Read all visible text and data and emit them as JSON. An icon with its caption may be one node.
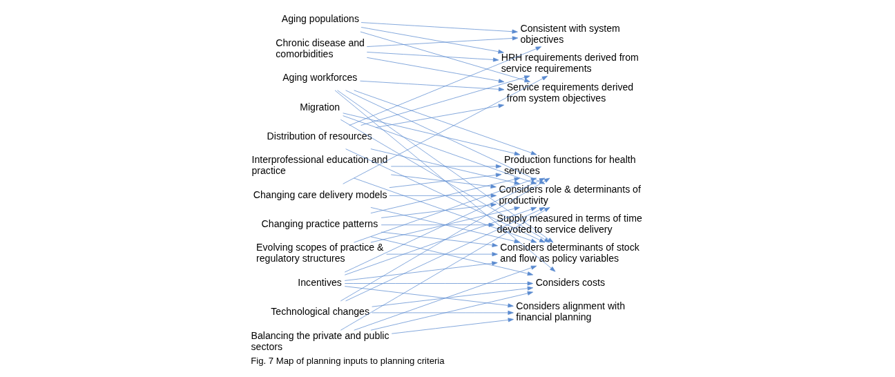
{
  "diagram": {
    "caption": "Fig. 7 Map of planning inputs to planning criteria",
    "nodes": [
      {
        "text": [
          "Aging populations"
        ]
      },
      {
        "text": [
          "Chronic disease and comorbidities"
        ]
      },
      {
        "text": [
          "Aging workforces"
        ]
      },
      {
        "text": [
          "Migration"
        ]
      },
      {
        "text": [
          "Distribution of resources"
        ]
      },
      {
        "text": [
          "Interprofessional education and practice"
        ]
      },
      {
        "text": [
          "Changing care delivery models"
        ]
      },
      {
        "text": [
          "Changing practice patterns"
        ]
      },
      {
        "text": [
          "Evolving scopes of practice & regulatory structures"
        ]
      },
      {
        "text": [
          "Incentives"
        ]
      },
      {
        "text": [
          "Technological changes"
        ]
      },
      {
        "text": [
          "Balancing the private and public sectors"
        ]
      },
      {
        "text": [
          "Consistent with system objectives"
        ]
      },
      {
        "text": [
          "HRH requirements derived from service requirements"
        ]
      },
      {
        "text": [
          "Service requirements derived from system objectives"
        ]
      },
      {
        "text": [
          "Production functions for health services"
        ]
      },
      {
        "text": [
          "Considers role & determinants of productivity"
        ]
      },
      {
        "text": [
          "Supply measured in terms of time devoted to service delivery"
        ]
      },
      {
        "text": [
          "Considers determinants of stock and flow as policy variables"
        ]
      },
      {
        "text": [
          "Considers costs"
        ]
      },
      {
        "text": [
          "Considers alignment with financial planning"
        ]
      }
    ],
    "edges": [
      {
        "from": 0,
        "to": 12,
        "arrow": "to"
      },
      {
        "from": 0,
        "to": 13,
        "arrow": "to"
      },
      {
        "from": 0,
        "to": 14,
        "arrow": "to"
      },
      {
        "from": 1,
        "to": 12,
        "arrow": "to"
      },
      {
        "from": 1,
        "to": 13,
        "arrow": "to"
      },
      {
        "from": 1,
        "to": 14,
        "arrow": "to"
      },
      {
        "from": 2,
        "to": 14,
        "arrow": "to"
      },
      {
        "from": 2,
        "to": 15,
        "arrow": "to"
      },
      {
        "from": 2,
        "to": 16,
        "arrow": "to"
      },
      {
        "from": 2,
        "to": 18,
        "arrow": "to"
      },
      {
        "from": 2,
        "to": 19,
        "arrow": "to"
      },
      {
        "from": 3,
        "to": 15,
        "arrow": "to"
      },
      {
        "from": 3,
        "to": 16,
        "arrow": "to"
      },
      {
        "from": 3,
        "to": 18,
        "arrow": "to"
      },
      {
        "from": 4,
        "to": 12,
        "arrow": "to"
      },
      {
        "from": 4,
        "to": 13,
        "arrow": "to"
      },
      {
        "from": 4,
        "to": 14,
        "arrow": "to"
      },
      {
        "from": 4,
        "to": 16,
        "arrow": "to"
      },
      {
        "from": 4,
        "to": 18,
        "arrow": "to"
      },
      {
        "from": 5,
        "to": 15,
        "arrow": "to"
      },
      {
        "from": 5,
        "to": 16,
        "arrow": "to"
      },
      {
        "from": 5,
        "to": 18,
        "arrow": "to"
      },
      {
        "from": 6,
        "to": 13,
        "arrow": "to"
      },
      {
        "from": 6,
        "to": 15,
        "arrow": "to"
      },
      {
        "from": 6,
        "to": 16,
        "arrow": "to"
      },
      {
        "from": 6,
        "to": 18,
        "arrow": "to"
      },
      {
        "from": 7,
        "to": 15,
        "arrow": "to"
      },
      {
        "from": 7,
        "to": 16,
        "arrow": "to"
      },
      {
        "from": 7,
        "to": 17,
        "arrow": "to"
      },
      {
        "from": 7,
        "to": 18,
        "arrow": "to"
      },
      {
        "from": 7,
        "to": 19,
        "arrow": "to"
      },
      {
        "from": 8,
        "to": 15,
        "arrow": "to"
      },
      {
        "from": 8,
        "to": 16,
        "arrow": "to"
      },
      {
        "from": 8,
        "to": 18,
        "arrow": "to"
      },
      {
        "from": 9,
        "to": 15,
        "arrow": "to"
      },
      {
        "from": 9,
        "to": 16,
        "arrow": "to"
      },
      {
        "from": 9,
        "to": 18,
        "arrow": "to"
      },
      {
        "from": 9,
        "to": 19,
        "arrow": "to"
      },
      {
        "from": 9,
        "to": 20,
        "arrow": "to"
      },
      {
        "from": 10,
        "to": 15,
        "arrow": "to"
      },
      {
        "from": 10,
        "to": 16,
        "arrow": "to"
      },
      {
        "from": 10,
        "to": 19,
        "arrow": "to"
      },
      {
        "from": 10,
        "to": 20,
        "arrow": "to"
      },
      {
        "from": 11,
        "to": 16,
        "arrow": "to"
      },
      {
        "from": 11,
        "to": 18,
        "arrow": "to"
      },
      {
        "from": 11,
        "to": 19,
        "arrow": "to"
      },
      {
        "from": 11,
        "to": 20,
        "arrow": "to"
      }
    ]
  }
}
